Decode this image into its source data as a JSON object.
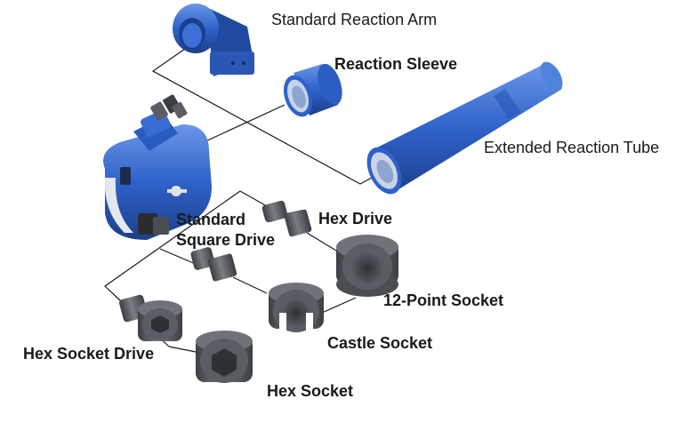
{
  "labels": {
    "standard_reaction_arm": "Standard Reaction Arm",
    "reaction_sleeve": "Reaction Sleeve",
    "extended_reaction_tube": "Extended Reaction Tube",
    "standard_square_drive_line1": "Standard",
    "standard_square_drive_line2": "Square Drive",
    "hex_drive": "Hex Drive",
    "twelve_point_socket": "12-Point Socket",
    "castle_socket": "Castle Socket",
    "hex_socket_drive": "Hex Socket Drive",
    "hex_socket": "Hex Socket"
  },
  "colors": {
    "tool_blue": "#2f62c9",
    "tool_blue_dark": "#1f4a9e",
    "tool_blue_light": "#5d8be0",
    "socket_gray": "#5a5d63",
    "socket_gray_dark": "#3c3e43",
    "socket_gray_light": "#8a8d93",
    "leader_line": "#1a1a1a"
  },
  "icons": [
    "wrench-tool-icon",
    "reaction-arm-icon",
    "reaction-sleeve-icon",
    "reaction-tube-icon",
    "square-drive-icon",
    "hex-drive-icon",
    "twelve-point-socket-icon",
    "castle-socket-icon",
    "hex-socket-drive-icon",
    "hex-socket-icon"
  ]
}
